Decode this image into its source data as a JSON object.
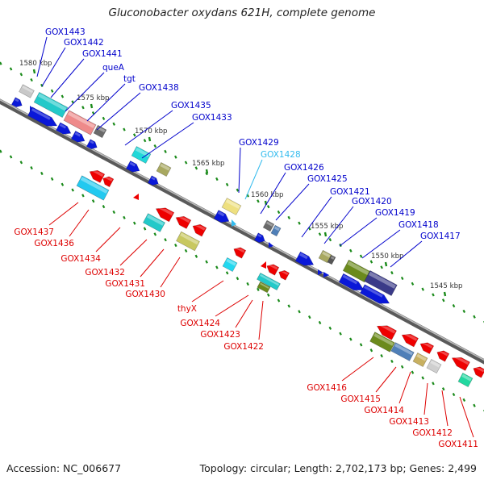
{
  "title": "Gluconobacter oxydans 621H, complete genome",
  "accession": "Accession: NC_006677",
  "topology": "Topology: circular; Length: 2,702,173 bp; Genes: 2,499",
  "colors": {
    "forward_label": "#0000cc",
    "reverse_label": "#dd0000",
    "highlight_label": "#33bbee",
    "backbone": "#888888",
    "tick": "#1a8a1a",
    "arrow_blue": "#0a18d8",
    "arrow_red": "#ee0000"
  },
  "ruler": [
    {
      "label": "1580 kbp"
    },
    {
      "label": "1575 kbp"
    },
    {
      "label": "1570 kbp"
    },
    {
      "label": "1565 kbp"
    },
    {
      "label": "1560 kbp"
    },
    {
      "label": "1555 kbp"
    },
    {
      "label": "1550 kbp"
    },
    {
      "label": "1545 kbp"
    }
  ],
  "forward_genes": [
    {
      "label": "GOX1443"
    },
    {
      "label": "GOX1442"
    },
    {
      "label": "GOX1441"
    },
    {
      "label": "queA"
    },
    {
      "label": "tgt"
    },
    {
      "label": "GOX1438"
    },
    {
      "label": "GOX1435"
    },
    {
      "label": "GOX1433"
    },
    {
      "label": "GOX1429"
    },
    {
      "label": "GOX1428"
    },
    {
      "label": "GOX1426"
    },
    {
      "label": "GOX1425"
    },
    {
      "label": "GOX1421"
    },
    {
      "label": "GOX1420"
    },
    {
      "label": "GOX1419"
    },
    {
      "label": "GOX1418"
    },
    {
      "label": "GOX1417"
    }
  ],
  "reverse_genes": [
    {
      "label": "GOX1437"
    },
    {
      "label": "GOX1436"
    },
    {
      "label": "GOX1434"
    },
    {
      "label": "GOX1432"
    },
    {
      "label": "GOX1431"
    },
    {
      "label": "GOX1430"
    },
    {
      "label": "thyX"
    },
    {
      "label": "GOX1424"
    },
    {
      "label": "GOX1423"
    },
    {
      "label": "GOX1422"
    },
    {
      "label": "GOX1416"
    },
    {
      "label": "GOX1415"
    },
    {
      "label": "GOX1414"
    },
    {
      "label": "GOX1413"
    },
    {
      "label": "GOX1412"
    },
    {
      "label": "GOX1411"
    }
  ]
}
